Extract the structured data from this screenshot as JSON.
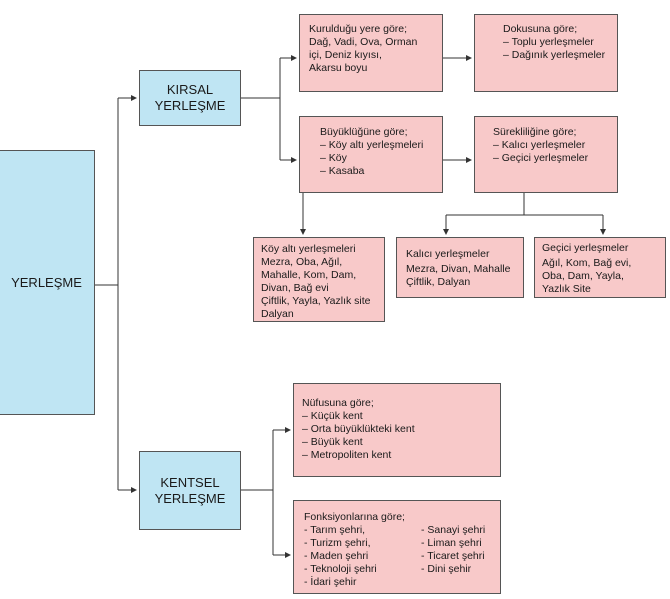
{
  "root": {
    "label": "YERLEŞME"
  },
  "kirsal": {
    "label_line1": "KIRSAL",
    "label_line2": "YERLEŞME",
    "kuruldugu": {
      "title": "Kurulduğu yere göre;",
      "lines": [
        "Dağ, Vadi, Ova, Orman",
        "içi, Deniz kıyısı,",
        "Akarsu boyu"
      ]
    },
    "dokusuna": {
      "title": "Dokusuna göre;",
      "items": [
        "– Toplu yerleşmeler",
        "– Dağınık yerleşmeler"
      ]
    },
    "buyuklugune": {
      "title": "Büyüklüğüne göre;",
      "items": [
        "– Köy altı yerleşmeleri",
        "– Köy",
        "– Kasaba"
      ]
    },
    "surekliligine": {
      "title": "Sürekliliğine göre;",
      "items": [
        "– Kalıcı yerleşmeler",
        "– Geçici yerleşmeler"
      ]
    },
    "koyalti": {
      "title": "Köy altı yerleşmeleri",
      "lines": [
        "Mezra, Oba, Ağıl,",
        "Mahalle, Kom, Dam,",
        "Divan, Bağ evi",
        "Çiftlik, Yayla, Yazlık site",
        "Dalyan"
      ]
    },
    "kalici": {
      "title": "Kalıcı yerleşmeler",
      "lines": [
        "Mezra, Divan, Mahalle",
        "Çiftlik, Dalyan"
      ]
    },
    "gecici": {
      "title": "Geçici yerleşmeler",
      "lines": [
        "Ağıl, Kom, Bağ evi,",
        "Oba, Dam, Yayla,",
        "Yazlık Site"
      ]
    }
  },
  "kentsel": {
    "label_line1": "KENTSEL",
    "label_line2": "YERLEŞME",
    "nufusuna": {
      "title": "Nüfusuna göre;",
      "items": [
        "– Küçük kent",
        "– Orta büyüklükteki kent",
        "– Büyük kent",
        "– Metropoliten kent"
      ]
    },
    "fonksiyon": {
      "title": "Fonksiyonlarına göre;",
      "col1": [
        "- Tarım şehri,",
        "- Turizm şehri,",
        "- Maden şehri",
        "- Teknoloji şehri",
        "- İdari şehir"
      ],
      "col2": [
        "- Sanayi şehri",
        "- Liman şehri",
        "- Ticaret şehri",
        "- Dini şehir"
      ]
    }
  }
}
